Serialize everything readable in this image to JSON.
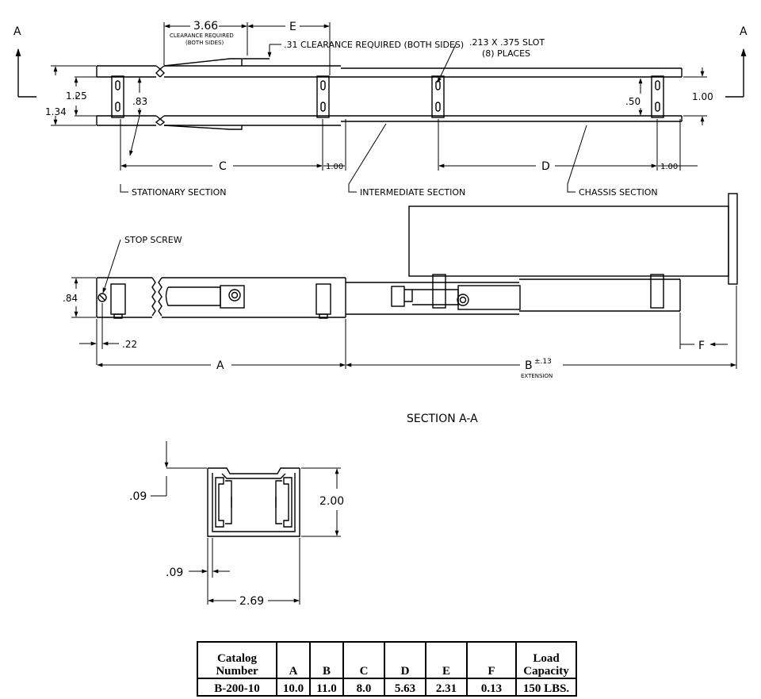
{
  "labels": {
    "section_arrow": "A",
    "dim_366": "3.66",
    "clearance_req_1": "CLEARANCE REQUIRED",
    "clearance_req_2": "(BOTH SIDES)",
    "dim_e": "E",
    "clearance_31": ".31 CLEARANCE REQUIRED (BOTH SIDES)",
    "slot_1": ".213 X .375 SLOT",
    "slot_2": "(8) PLACES",
    "dim_125": "1.25",
    "dim_134": "1.34",
    "dim_83": ".83",
    "dim_50": ".50",
    "dim_100": "1.00",
    "dim_c": "C",
    "dim_d": "D",
    "stationary_section": "STATIONARY SECTION",
    "intermediate_section": "INTERMEDIATE SECTION",
    "chassis_section": "CHASSIS SECTION",
    "stop_screw": "STOP SCREW",
    "dim_84": ".84",
    "dim_22": ".22",
    "dim_a": "A",
    "dim_b": "B",
    "dim_b_tol": "±.13",
    "extension": "EXTENSION",
    "dim_f": "F",
    "section_aa": "SECTION A-A",
    "dim_09": ".09",
    "dim_200": "2.00",
    "dim_269": "2.69"
  },
  "spec_table": {
    "headers": [
      "Catalog Number",
      "A",
      "B",
      "C",
      "D",
      "E",
      "F",
      "Load Capacity"
    ],
    "rows": [
      [
        "B-200-10",
        "10.0",
        "11.0",
        "8.0",
        "5.63",
        "2.31",
        "0.13",
        "150 LBS."
      ]
    ]
  }
}
